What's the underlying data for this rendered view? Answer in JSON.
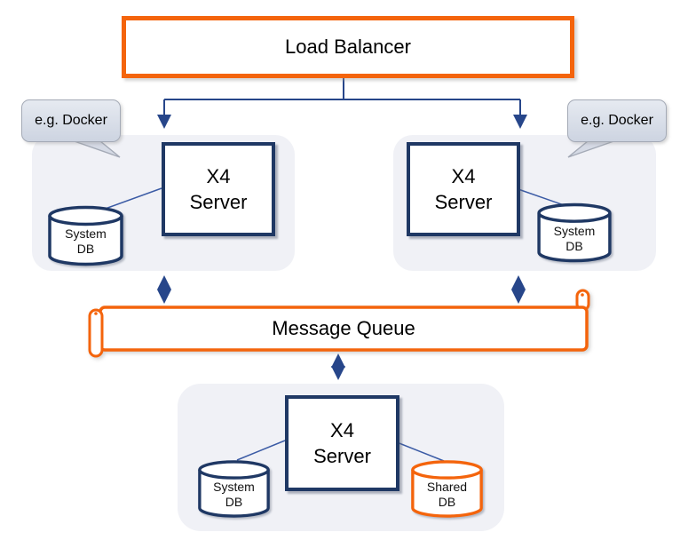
{
  "diagram": {
    "load_balancer": {
      "label": "Load Balancer"
    },
    "message_queue": {
      "label": "Message Queue"
    },
    "clusters": {
      "left": {
        "note": {
          "label": "e.g. Docker"
        },
        "server": {
          "line1": "X4",
          "line2": "Server"
        },
        "database": {
          "line1": "System",
          "line2": "DB"
        }
      },
      "right": {
        "note": {
          "label": "e.g. Docker"
        },
        "server": {
          "line1": "X4",
          "line2": "Server"
        },
        "database": {
          "line1": "System",
          "line2": "DB"
        }
      },
      "bottom": {
        "server": {
          "line1": "X4",
          "line2": "Server"
        },
        "databases": [
          {
            "line1": "System",
            "line2": "DB",
            "style": "navy"
          },
          {
            "line1": "Shared",
            "line2": "DB",
            "style": "orange"
          }
        ]
      }
    },
    "colors": {
      "orange": "#F4640C",
      "navy": "#1F3864",
      "connector_blue": "#3B5BA5",
      "arrow_blue": "#27468A",
      "cluster_bg": "#F0F1F6",
      "note_bg": "#D9DEE9",
      "note_border": "#A4AAB6"
    }
  }
}
